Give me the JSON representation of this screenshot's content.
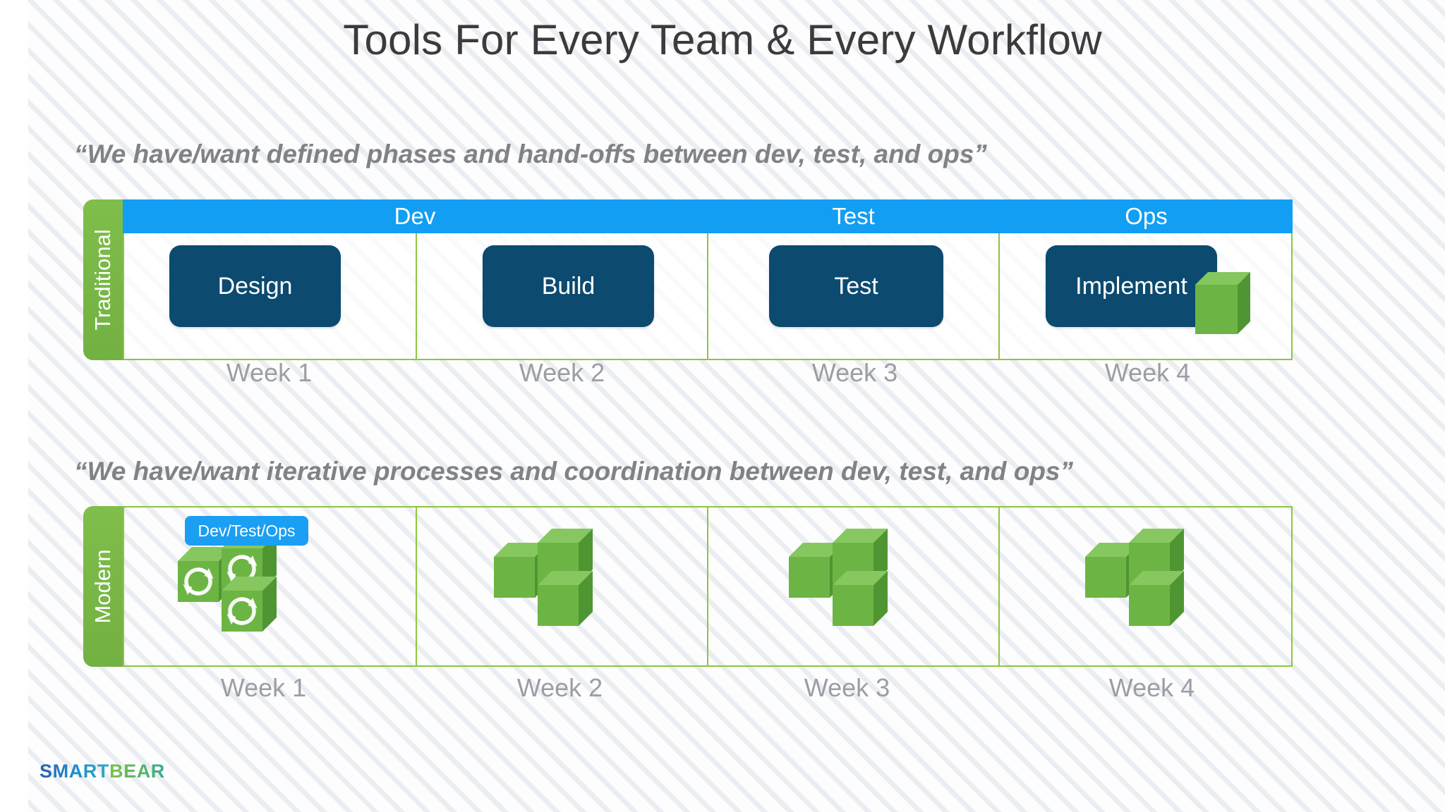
{
  "slide": {
    "title": "Tools For Every Team & Every Workflow",
    "background_color": "#fdfdfe",
    "stripe_color": "#dbe0e9"
  },
  "logo": {
    "part1": "SMART",
    "part2": "BEAR",
    "part1_color": "#1f7ec4",
    "part2_color": "#6cb84e"
  },
  "sections": [
    {
      "id": "traditional",
      "quote": "“We have/want defined phases and hand-offs between dev, test, and ops”",
      "tab_label": "Traditional",
      "tab_color": "#7cb945",
      "phase_bar": {
        "background": "#129ef2",
        "phases": [
          {
            "label": "Dev"
          },
          {
            "label": "Test"
          },
          {
            "label": "Ops"
          }
        ]
      },
      "boxes": [
        {
          "label": "Design",
          "color": "#0c4a70"
        },
        {
          "label": "Build",
          "color": "#0c4a70"
        },
        {
          "label": "Test",
          "color": "#0c4a70"
        },
        {
          "label": "Implement",
          "color": "#0c4a70"
        }
      ],
      "weeks": [
        "Week 1",
        "Week 2",
        "Week 3",
        "Week 4"
      ],
      "cubes_note": "one green cube overlapping the Implement box"
    },
    {
      "id": "modern",
      "quote": "“We have/want iterative processes and coordination between dev, test, and ops”",
      "tab_label": "Modern",
      "tab_color": "#7cb945",
      "badge": {
        "label": "Dev/Test/Ops",
        "color": "#1a9ff2"
      },
      "weeks": [
        "Week 1",
        "Week 2",
        "Week 3",
        "Week 4"
      ],
      "cube_cluster": {
        "cube_color": "#6cb544",
        "cube_top_color": "#82c65a",
        "cube_side_color": "#4e9431",
        "cubes_per_week": 3,
        "icon": "refresh-cycle-icon",
        "icon_on_week": "Week 1"
      }
    }
  ],
  "week_label_color": "#9b9ea3"
}
